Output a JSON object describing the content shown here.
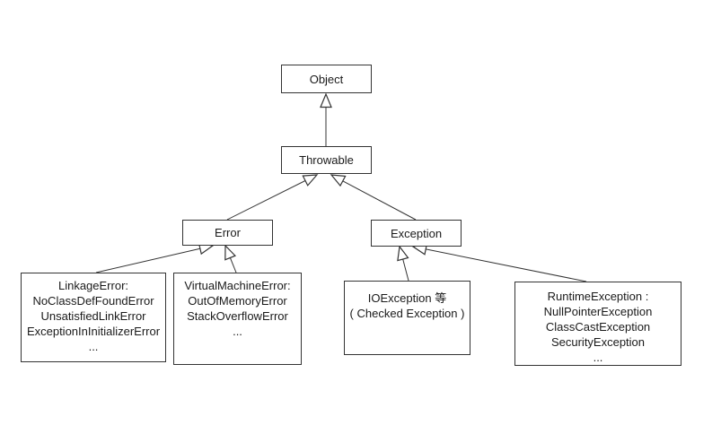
{
  "diagram": {
    "title": "Java exception class hierarchy",
    "colors": {
      "background": "#ffffff",
      "line": "#333333",
      "text": "#1a1a1a",
      "arrowhead_fill": "#ffffff"
    },
    "nodes": {
      "object": {
        "label": "Object"
      },
      "throwable": {
        "label": "Throwable"
      },
      "error": {
        "label": "Error"
      },
      "exception": {
        "label": "Exception"
      },
      "linkage": {
        "label": "LinkageError:\nNoClassDefFoundError\nUnsatisfiedLinkError\nExceptionInInitializerError\n..."
      },
      "vm": {
        "label": "VirtualMachineError:\nOutOfMemoryError\nStackOverflowError\n..."
      },
      "io": {
        "label": "IOException 等\n( Checked Exception )"
      },
      "runtime": {
        "label": "RuntimeException :\nNullPointerException\nClassCastException\nSecurityException\n..."
      }
    },
    "edges": [
      {
        "from": "throwable",
        "to": "object",
        "type": "generalization"
      },
      {
        "from": "error",
        "to": "throwable",
        "type": "generalization"
      },
      {
        "from": "exception",
        "to": "throwable",
        "type": "generalization"
      },
      {
        "from": "linkage",
        "to": "error",
        "type": "generalization"
      },
      {
        "from": "vm",
        "to": "error",
        "type": "generalization"
      },
      {
        "from": "io",
        "to": "exception",
        "type": "generalization"
      },
      {
        "from": "runtime",
        "to": "exception",
        "type": "generalization"
      }
    ]
  }
}
